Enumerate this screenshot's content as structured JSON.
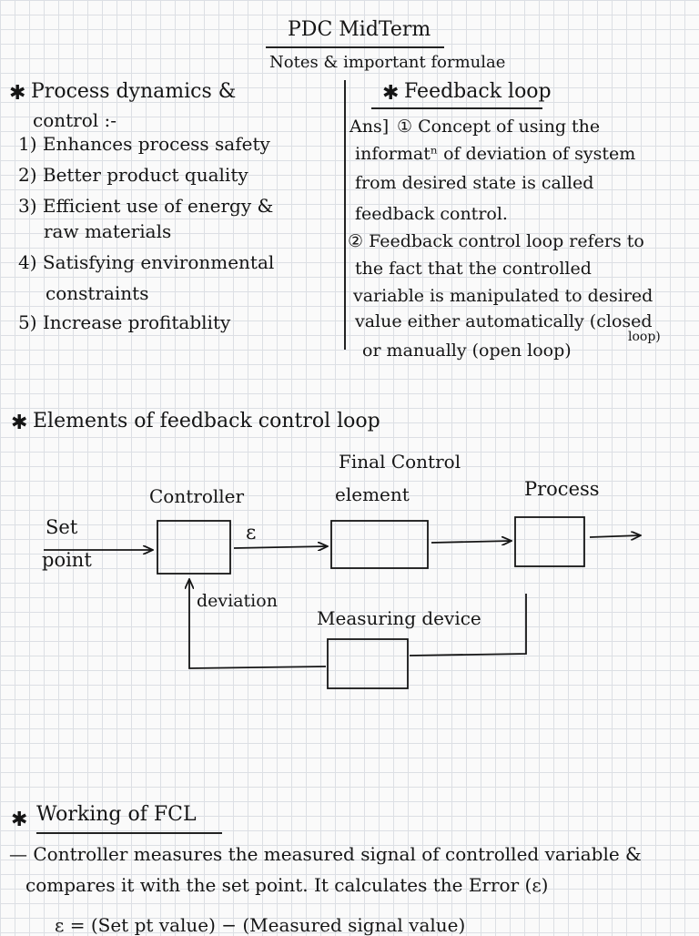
{
  "header": {
    "title": "PDC MidTerm",
    "subtitle": "Notes & important formulae"
  },
  "left": {
    "heading_star": "✱",
    "heading": "Process dynamics &",
    "heading_line2": "control :-",
    "items": [
      "1) Enhances process safety",
      "2) Better product quality",
      "3) Efficient use of energy &",
      "raw materials",
      "4) Satisfying environmental",
      "constraints",
      "5) Increase profitablity"
    ]
  },
  "right": {
    "heading_star": "✱",
    "heading": "Feedback loop",
    "ans": "Ans]",
    "lines": [
      "① Concept of using the",
      "informatⁿ of deviation of system",
      "from desired state is called",
      "feedback control.",
      "② Feedback control loop refers to",
      "the fact that the controlled",
      "variable is manipulated to desired",
      "value either automatically (closed",
      "loop)",
      "or manually (open loop)"
    ]
  },
  "elements": {
    "heading_star": "✱",
    "heading": "Elements of feedback control loop"
  },
  "diagram": {
    "final_control": "Final Control",
    "element": "element",
    "controller": "Controller",
    "process": "Process",
    "set": "Set",
    "point": "point",
    "epsilon": "ε",
    "deviation": "deviation",
    "measuring": "Measuring device"
  },
  "working": {
    "heading_star": "✱",
    "heading": "Working of FCL",
    "lines": [
      "— Controller measures the measured signal of controlled variable &",
      "compares it with the set point. It calculates the Error (ε)",
      "ε = (Set pt value) − (Measured signal value)"
    ]
  },
  "colors": {
    "ink": "#151515",
    "paper": "#fafafa",
    "grid": "#dcdfe4"
  }
}
